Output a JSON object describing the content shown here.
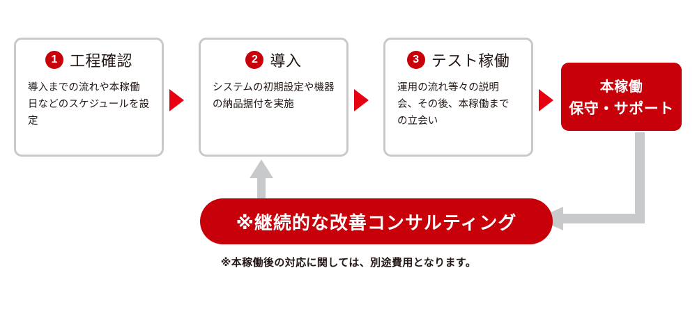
{
  "diagram": {
    "type": "process-flow",
    "colors": {
      "brand_red": "#c8000a",
      "arrow_red": "#e60012",
      "arrow_gray": "#c8c9ca",
      "border_gray": "#c8c9ca",
      "text": "#231815",
      "background": "#ffffff"
    },
    "steps": [
      {
        "number": "1",
        "title": "工程確認",
        "body": "導入までの流れや本稼働日などのスケジュールを設定"
      },
      {
        "number": "2",
        "title": "導入",
        "body": "システムの初期設定や機器の納品据付を実施"
      },
      {
        "number": "3",
        "title": "テスト稼働",
        "body": "運用の流れ等々の説明会、その後、本稼働までの立会い"
      }
    ],
    "final_box": {
      "line1": "本稼働",
      "line2": "保守・サポート"
    },
    "feedback_banner": {
      "text": "※継続的な改善コンサルティング"
    },
    "footnote": {
      "text": "※本稼働後の対応に関しては、別途費用となります。"
    },
    "connectors": {
      "step1_to_step2": "red-triangle-right",
      "step2_to_step3": "red-triangle-right",
      "step3_to_final": "red-triangle-right",
      "final_to_banner": "gray-elbow-arrow-left",
      "banner_to_step2": "gray-arrow-up"
    }
  }
}
